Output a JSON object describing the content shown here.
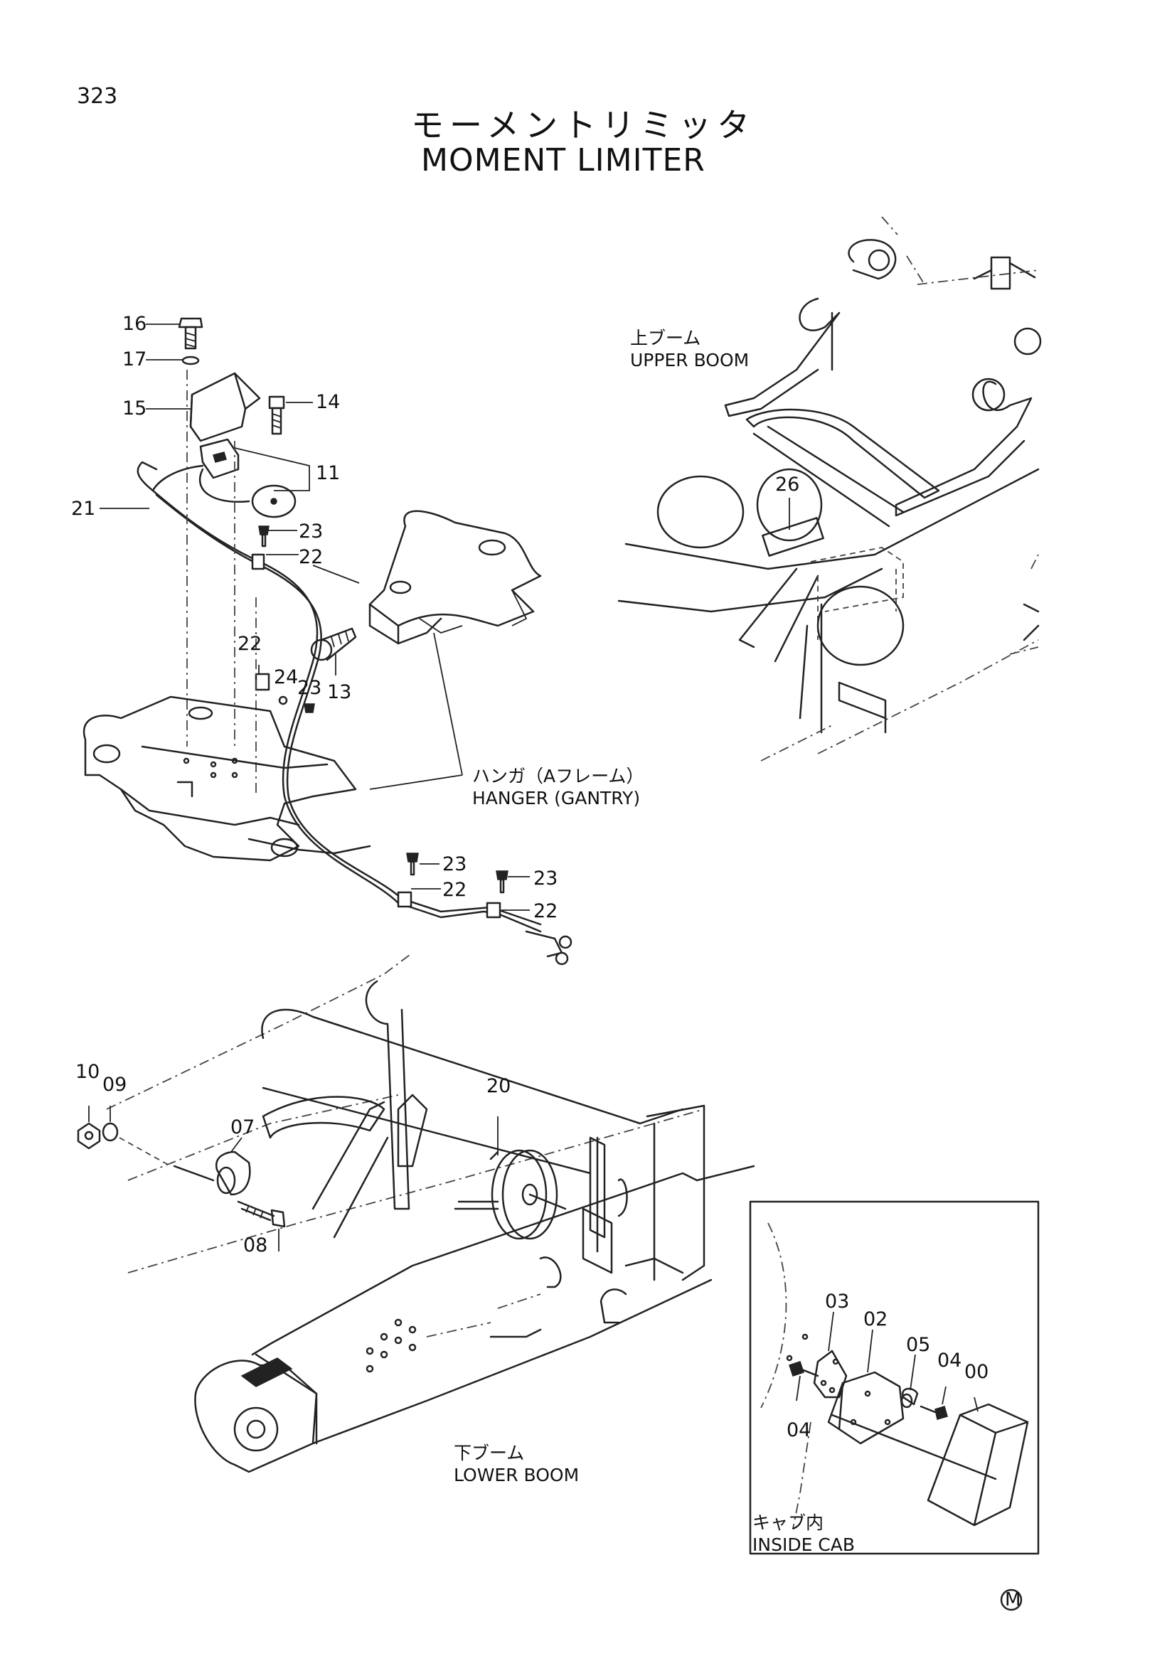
{
  "page": {
    "number": "323"
  },
  "title": {
    "japanese": "モーメントリミッタ",
    "english": "MOMENT LIMITER"
  },
  "views": {
    "upper_boom": {
      "jp": "上ブーム",
      "en": "UPPER BOOM"
    },
    "hanger": {
      "jp": "ハンガ（Aフレーム）",
      "en": "HANGER (GANTRY)"
    },
    "lower_boom": {
      "jp": "下ブーム",
      "en": "LOWER BOOM"
    },
    "inside_cab": {
      "jp": "キャブ内",
      "en": "INSIDE CAB"
    }
  },
  "callouts": {
    "c16": "16",
    "c17": "17",
    "c15": "15",
    "c14": "14",
    "c11": "11",
    "c21": "21",
    "c23a": "23",
    "c22a": "22",
    "c13": "13",
    "c22b": "22",
    "c24": "24",
    "c23b": "23",
    "c23c": "23",
    "c22c": "22",
    "c23d": "23",
    "c22d": "22",
    "c26": "26",
    "c10": "10",
    "c09": "09",
    "c07": "07",
    "c08": "08",
    "c20": "20",
    "c03": "03",
    "c02": "02",
    "c05": "05",
    "c04a": "04",
    "c00": "00",
    "c04b": "04"
  },
  "mark": "M"
}
